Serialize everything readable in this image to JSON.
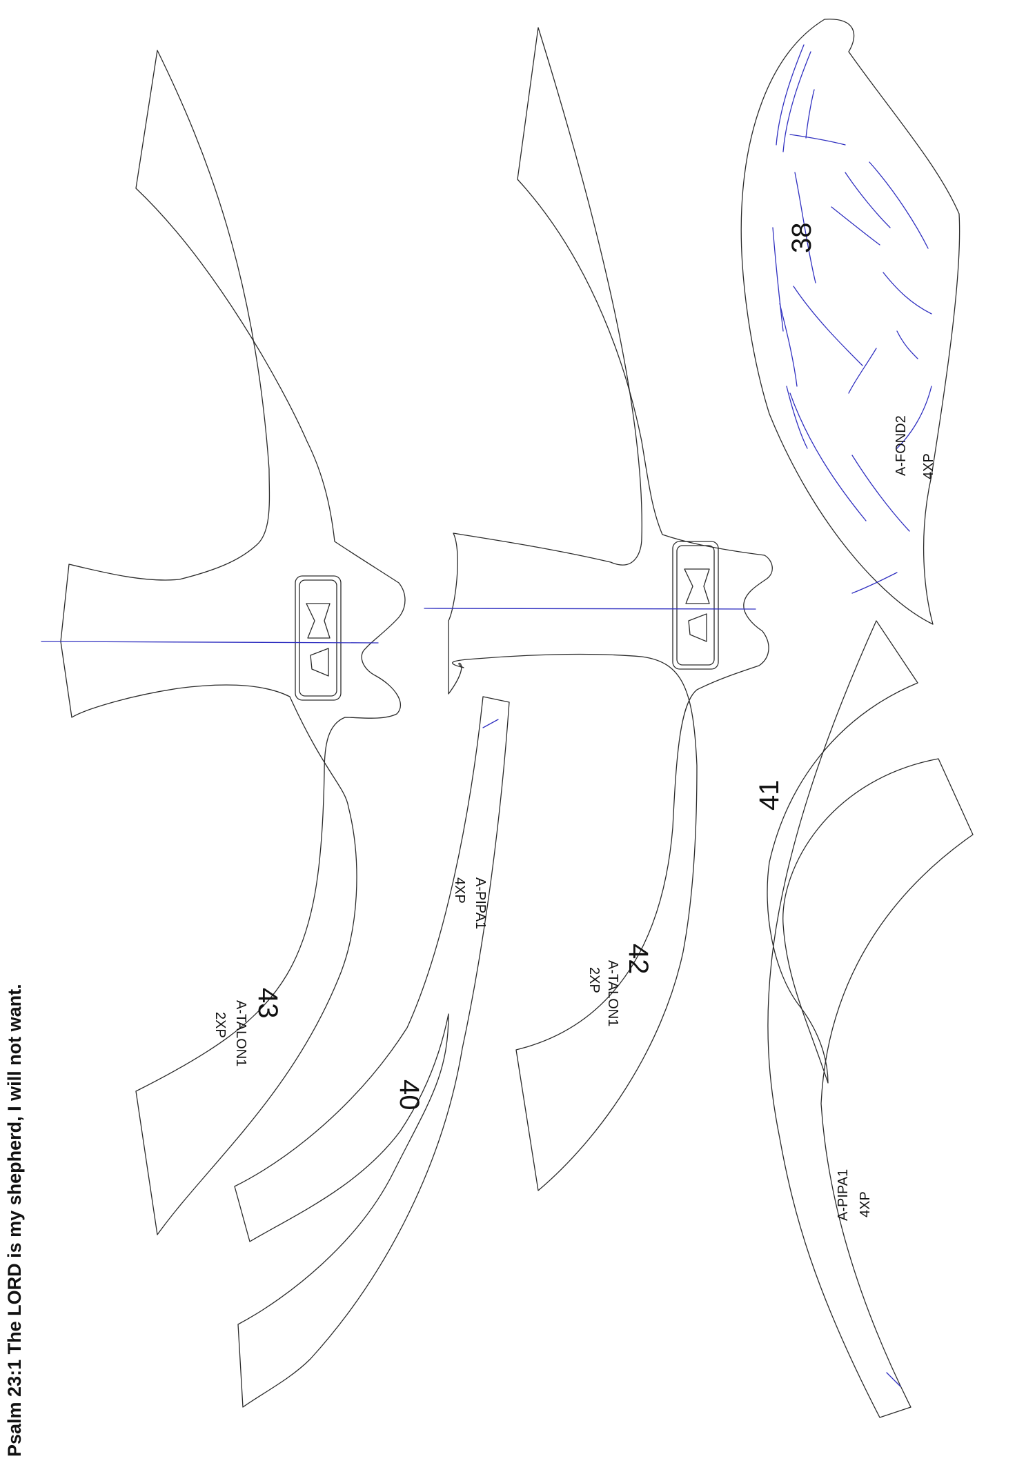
{
  "footer": {
    "verse": "Psalm 23:1 The LORD is my shepherd, I will not want."
  },
  "pieces": [
    {
      "number": "43",
      "name": "A-TALON1",
      "qty": "2XP"
    },
    {
      "number": "42",
      "name": "A-TALON1",
      "qty": "2XP"
    },
    {
      "number": "38",
      "name": "A-FOND2",
      "qty": "4XP"
    },
    {
      "number": "41",
      "name": "A-PIPA1",
      "qty": "4XP"
    },
    {
      "number": "40",
      "name": "A-PIPA1",
      "qty": "4XP"
    }
  ],
  "colors": {
    "outline": "#2a2a2a",
    "reference": "#2f2fc0"
  }
}
